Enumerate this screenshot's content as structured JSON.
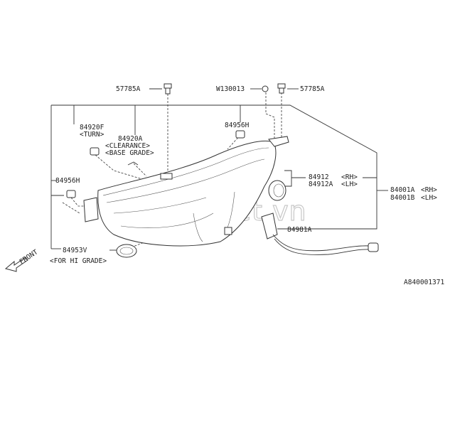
{
  "labels": {
    "p57785a_left": "57785A",
    "w130013": "W130013",
    "p57785a_right": "57785A",
    "p84920f": "84920F",
    "turn": "<TURN>",
    "p84956h_top": "84956H",
    "p84920a": "84920A",
    "clearance": "<CLEARANCE>",
    "base_grade": "<BASE GRADE>",
    "p84956h_left": "84956H",
    "p84912": "84912",
    "rh1": "<RH>",
    "p84912a": "84912A",
    "lh1": "<LH>",
    "p84001a": "84001A",
    "rh2": "<RH>",
    "p84001b": "84001B",
    "lh2": "<LH>",
    "p84981a": "84981A",
    "p84953v": "84953V",
    "hi_grade": "<FOR HI GRADE>",
    "front": "FRONT",
    "diagram_code": "A840001371"
  },
  "watermark": "SedanViet.vn",
  "colors": {
    "line": "#333333",
    "watermark": "#c8c8c8"
  }
}
